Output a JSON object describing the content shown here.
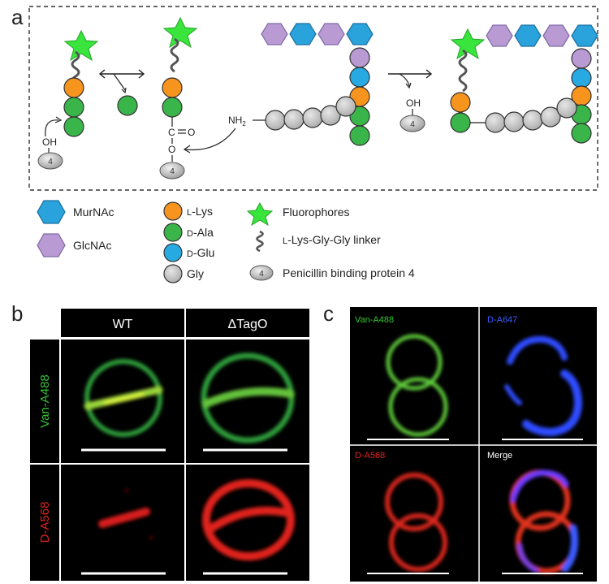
{
  "panel_letters": {
    "a": "a",
    "b": "b",
    "c": "c"
  },
  "scheme": {
    "nh2_label": "NH",
    "nh2_sub": "2",
    "oh_label": "OH",
    "pbp_number": "4",
    "carbonyl_c": "C",
    "carbonyl_o": "O",
    "ester_o": "O"
  },
  "legend": {
    "murnac": "MurNAc",
    "glcnac": "GlcNAc",
    "lys_prefix": "L",
    "lys_rest": "-Lys",
    "ala_prefix": "D",
    "ala_rest": "-Ala",
    "glu_prefix": "D",
    "glu_rest": "-Glu",
    "gly": "Gly",
    "fluorophores": "Fluorophores",
    "linker_prefix": "L",
    "linker_rest": "-Lys-Gly-Gly linker",
    "pbp": "Penicillin binding protein 4",
    "pbp_number": "4"
  },
  "panel_b": {
    "col_wt": "WT",
    "col_tago": "ΔTagO",
    "row_van": "Van-A488",
    "row_d": "D-A568"
  },
  "panel_c": {
    "van": "Van-A488",
    "d647": "D-A647",
    "d568": "D-A568",
    "merge": "Merge"
  },
  "colors": {
    "murnac": "#2aa3dc",
    "glcnac": "#b99ad2",
    "lys": "#f7941d",
    "ala": "#39b54a",
    "glu": "#27aae1",
    "gly": "#bdbdbd",
    "fluorophore": "#39e53c",
    "green_channel": "#5ecb3a",
    "red_channel": "#e0231c",
    "blue_channel": "#2f4cff"
  }
}
